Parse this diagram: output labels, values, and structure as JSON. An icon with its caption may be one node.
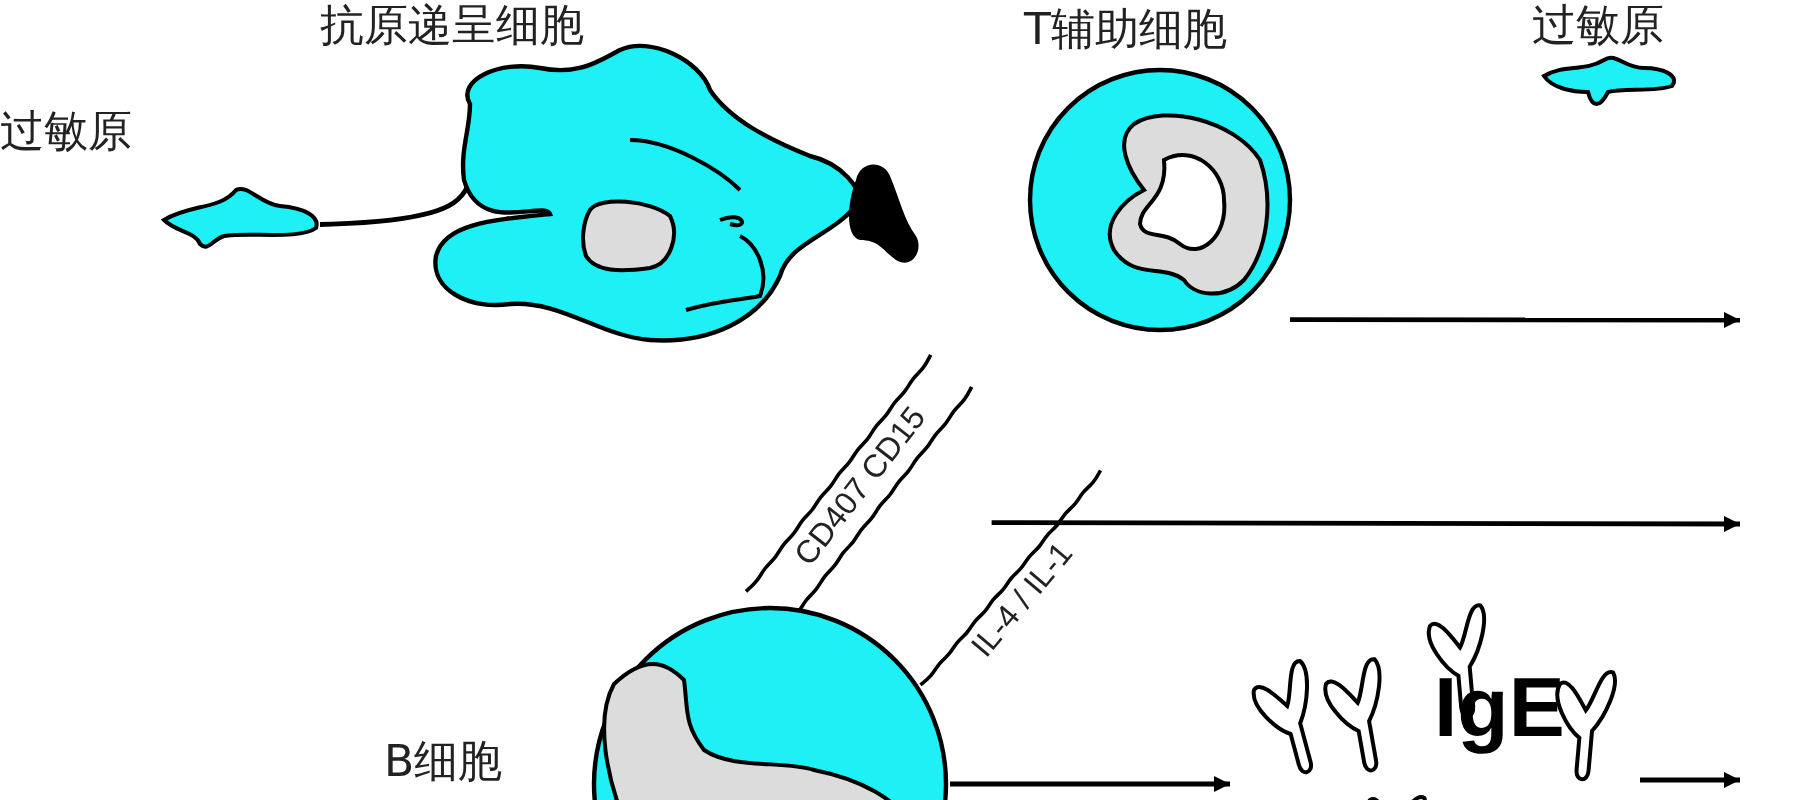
{
  "diagram": {
    "nodes": [
      {
        "text": [
          "过敏原"
        ]
      },
      {
        "text": [
          "抗原递呈细胞"
        ]
      },
      {
        "text": [
          "T辅助细胞"
        ]
      },
      {
        "text": [
          "过敏原"
        ]
      },
      {
        "text": [
          "B细胞"
        ]
      },
      {
        "text": [
          "IgE"
        ]
      },
      {
        "text": [
          "CD407 CD15"
        ]
      },
      {
        "text": [
          "IL-4 / IL-1"
        ]
      }
    ],
    "edges": [
      {
        "from": 0,
        "to": 1,
        "arrow": "none"
      },
      {
        "from": 2,
        "to": null,
        "arrow": "to"
      },
      {
        "from": 7,
        "to": null,
        "arrow": "to"
      },
      {
        "from": 4,
        "to": 5,
        "arrow": "to"
      },
      {
        "from": 5,
        "to": null,
        "arrow": "to"
      }
    ]
  }
}
